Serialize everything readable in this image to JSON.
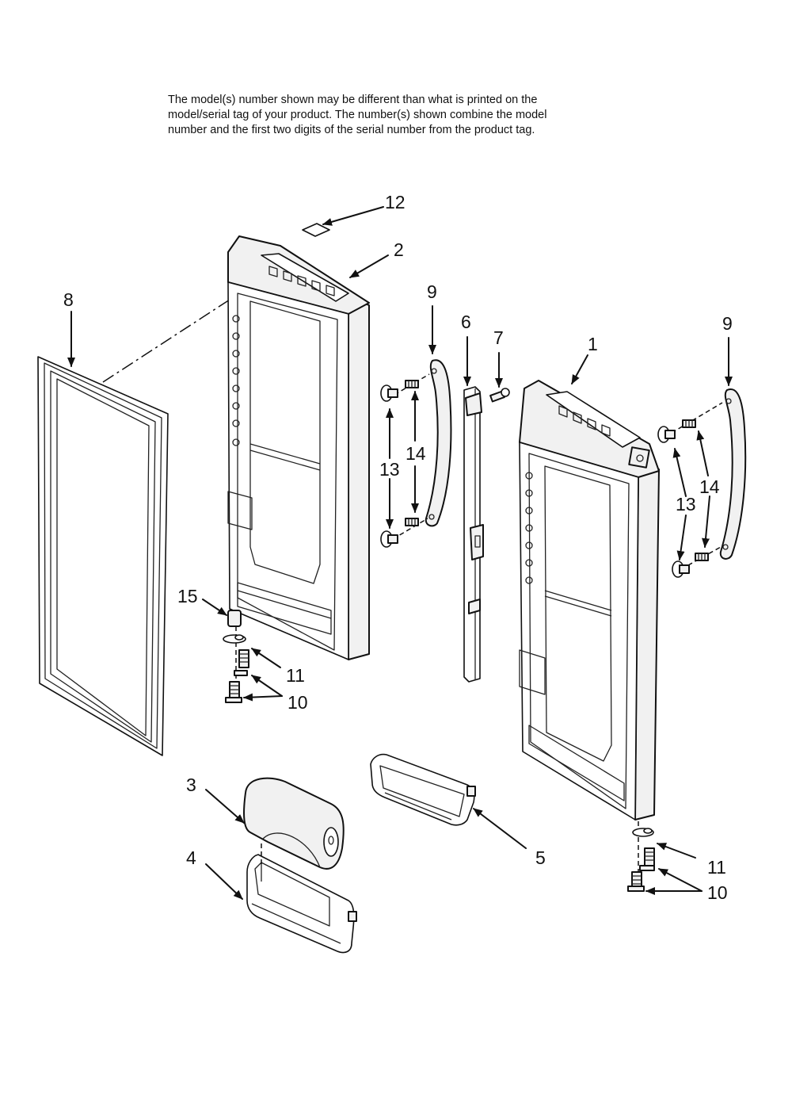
{
  "note": {
    "line1": "The model(s) number shown may be different than what is printed on the",
    "line2": "model/serial tag of your product. The number(s) shown combine the model",
    "line3": "number and the first two digits of the serial number from the product tag."
  },
  "callouts": {
    "c1": "1",
    "c2": "2",
    "c3": "3",
    "c4": "4",
    "c5": "5",
    "c6": "6",
    "c7": "7",
    "c8": "8",
    "c9a": "9",
    "c9b": "9",
    "c10a": "10",
    "c10b": "10",
    "c11a": "11",
    "c11b": "11",
    "c12": "12",
    "c13a": "13",
    "c13b": "13",
    "c14a": "14",
    "c14b": "14",
    "c15": "15"
  }
}
